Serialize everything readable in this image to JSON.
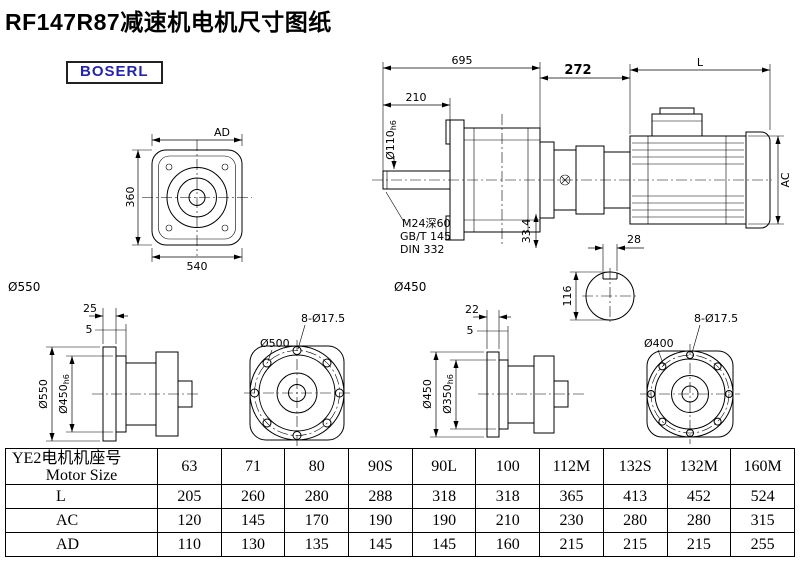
{
  "page": {
    "title": "RF147R87减速机电机尺寸图纸",
    "brand": "BOSERL"
  },
  "front_view": {
    "ad": "AD",
    "height": "360",
    "width": "540",
    "flange_dia": "Ø550"
  },
  "assembly_view": {
    "total_len": "695",
    "shaft_len": "210",
    "shaft_dia": "Ø110",
    "shaft_tol": "h6",
    "thread": "M24深60",
    "std_gb": "GB/T 145",
    "std_din": "DIN 332",
    "key_dim": "33.4",
    "flange_dia": "Ø450",
    "adapter_len": "272",
    "motor_len": "L",
    "motor_dia": "AC",
    "key_width": "28",
    "shaft_height": "116"
  },
  "flange_b5_large": {
    "t1": "25",
    "t2": "5",
    "od": "Ø550",
    "spigot": "Ø450",
    "spigot_tol": "h6",
    "holes": "8-Ø17.5",
    "bolt_circle": "Ø500"
  },
  "flange_b5_small": {
    "t1": "22",
    "t2": "5",
    "od": "Ø450",
    "spigot": "Ø350",
    "spigot_tol": "h6",
    "holes": "8-Ø17.5",
    "bolt_circle": "Ø400"
  },
  "table": {
    "header_cn": "YE2电机机座号",
    "header_en": "Motor Size",
    "sizes": [
      "63",
      "71",
      "80",
      "90S",
      "90L",
      "100",
      "112M",
      "132S",
      "132M",
      "160M"
    ],
    "rows": [
      {
        "label": "L",
        "values": [
          "205",
          "260",
          "280",
          "288",
          "318",
          "318",
          "365",
          "413",
          "452",
          "524"
        ]
      },
      {
        "label": "AC",
        "values": [
          "120",
          "145",
          "170",
          "190",
          "190",
          "210",
          "230",
          "280",
          "280",
          "315"
        ]
      },
      {
        "label": "AD",
        "values": [
          "110",
          "130",
          "135",
          "145",
          "145",
          "160",
          "215",
          "215",
          "215",
          "255"
        ]
      }
    ]
  }
}
